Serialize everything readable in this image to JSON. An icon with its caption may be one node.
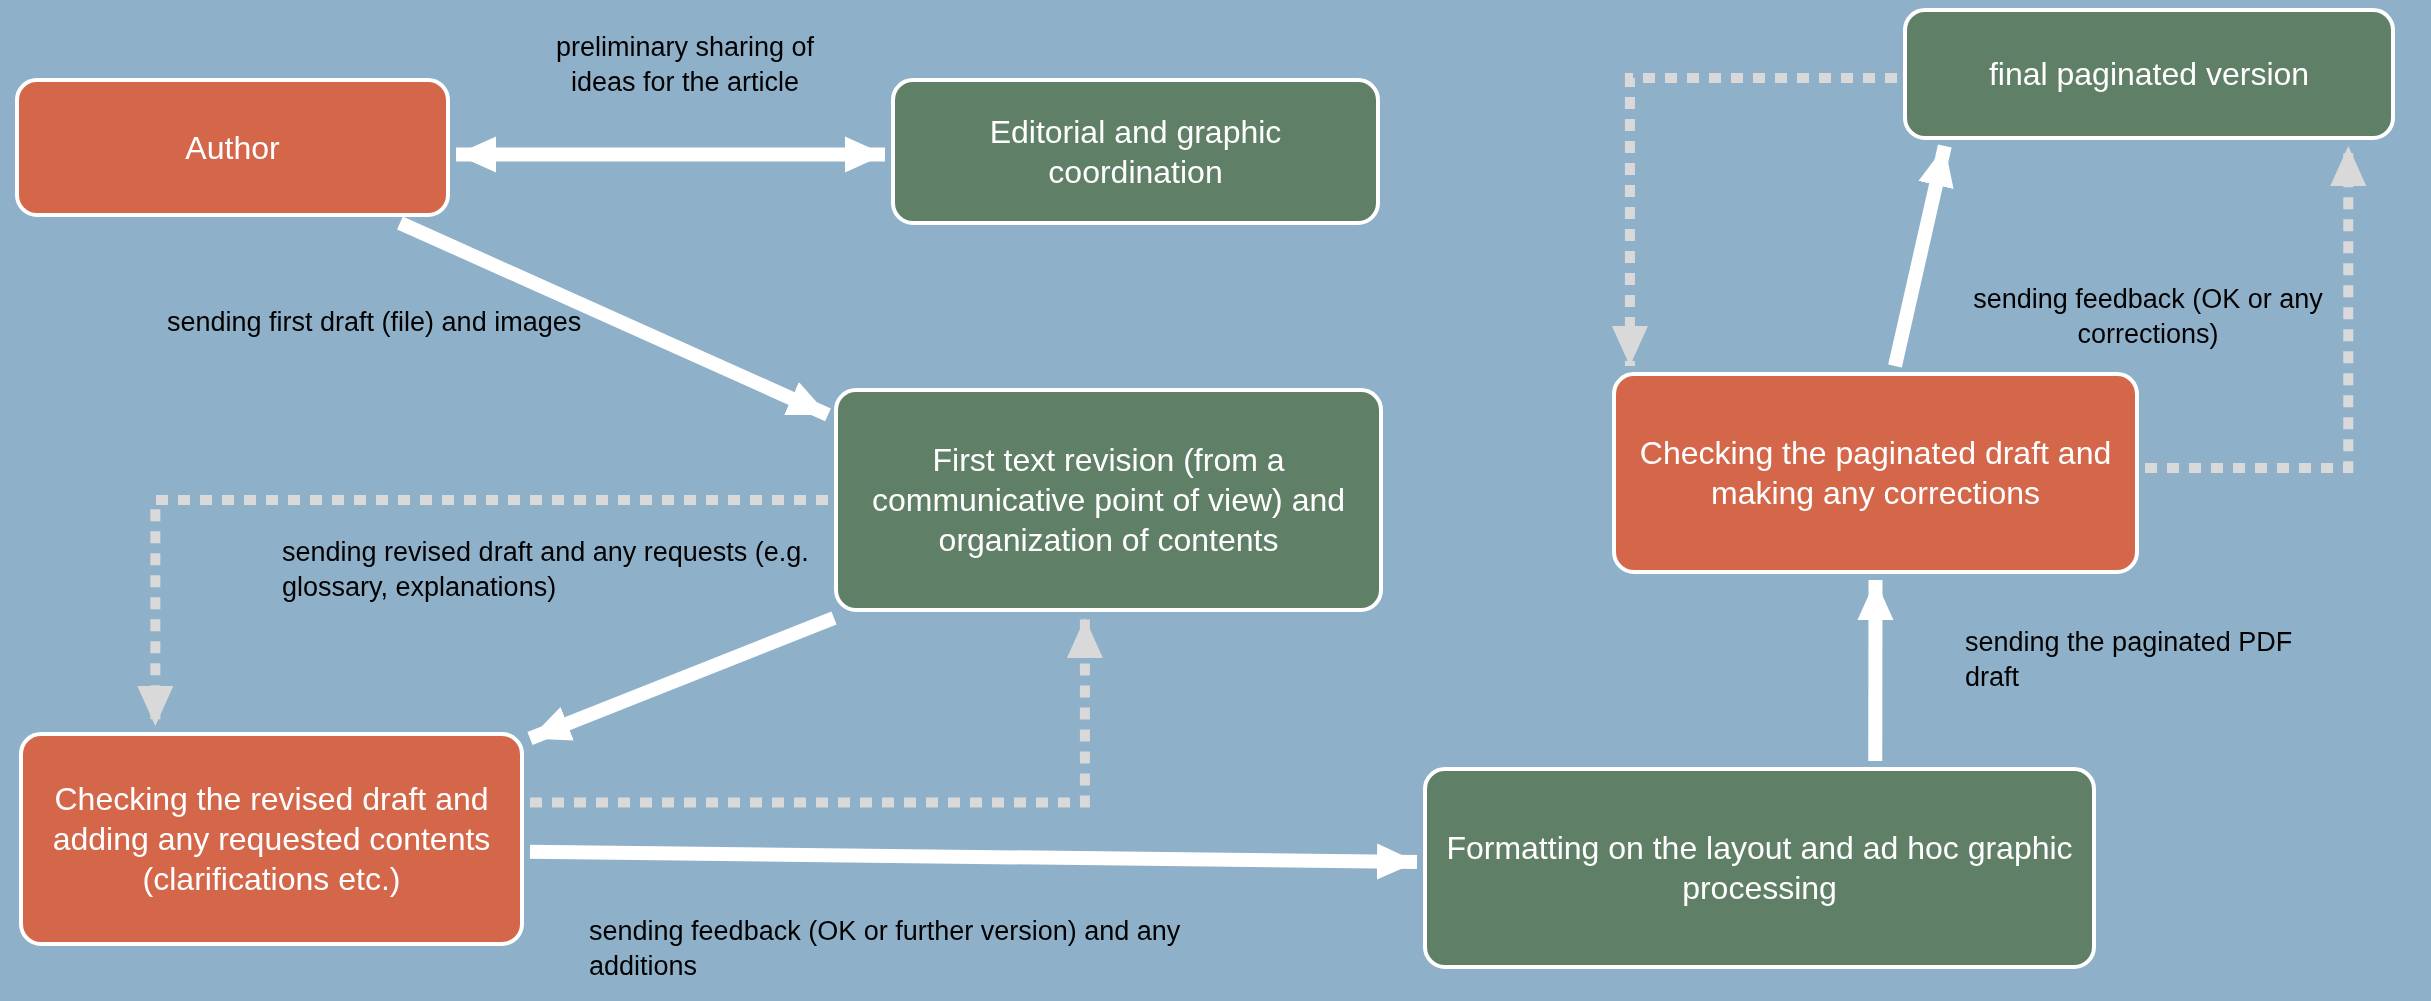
{
  "diagram": {
    "nodes": [
      {
        "text": [
          "Author"
        ]
      },
      {
        "text": [
          "Editorial and graphic coordination"
        ]
      },
      {
        "text": [
          "final paginated version"
        ]
      },
      {
        "text": [
          "Checking the paginated draft and making any corrections"
        ]
      },
      {
        "text": [
          "First text revision (from a communicative point of view) and organization of contents"
        ]
      },
      {
        "text": [
          "Checking the revised draft and adding any requested contents (clarifications etc.)"
        ]
      },
      {
        "text": [
          "Formatting on the layout and ad hoc graphic processing"
        ]
      }
    ],
    "edges": [
      {
        "from": 0,
        "to": 1,
        "arrow": "both",
        "label": "preliminary sharing of ideas for the article"
      },
      {
        "from": 0,
        "to": 4,
        "arrow": "to",
        "label": "sending first draft (file) and images"
      },
      {
        "from": 4,
        "to": 5,
        "arrow": "to",
        "style": "dashed",
        "color": "#d9d9d9",
        "label": "sending revised draft and any requests (e.g. glossary, explanations)"
      },
      {
        "from": 4,
        "to": 5,
        "arrow": "to"
      },
      {
        "from": 5,
        "to": 4,
        "arrow": "to",
        "style": "dashed",
        "color": "#d9d9d9"
      },
      {
        "from": 5,
        "to": 6,
        "arrow": "to",
        "label": "sending feedback (OK or further version) and any additions"
      },
      {
        "from": 6,
        "to": 3,
        "arrow": "to",
        "label": "sending the paginated PDF draft"
      },
      {
        "from": 3,
        "to": 2,
        "arrow": "to"
      },
      {
        "from": 3,
        "to": 2,
        "arrow": "to",
        "style": "dashed",
        "color": "#d9d9d9",
        "label": "sending feedback (OK or any corrections)"
      },
      {
        "from": 2,
        "to": 3,
        "arrow": "to",
        "style": "dashed",
        "color": "#d9d9d9"
      }
    ]
  }
}
